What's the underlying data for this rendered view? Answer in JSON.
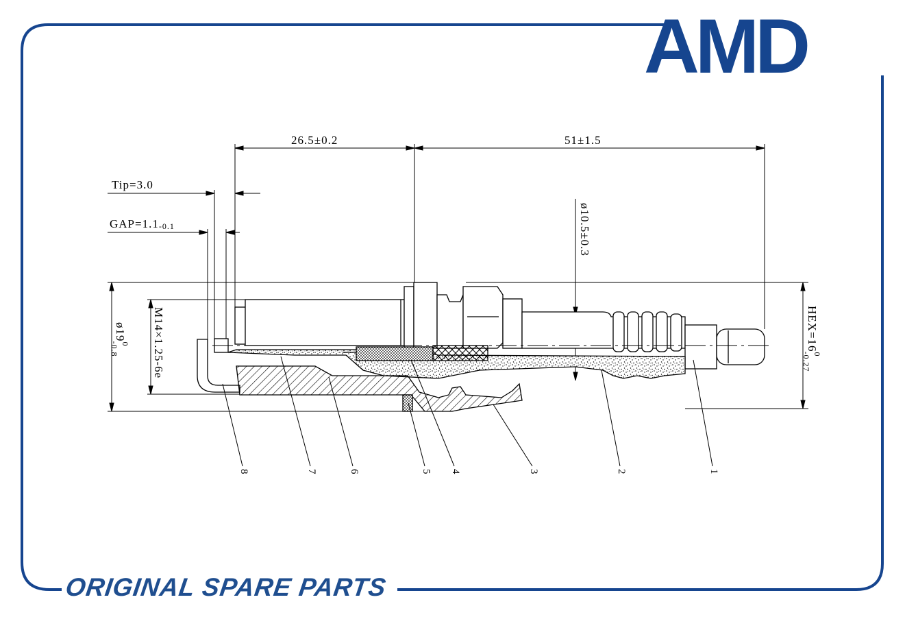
{
  "brand": {
    "logo": "AMD",
    "color": "#16458f"
  },
  "footer": {
    "text": "ORIGINAL SPARE PARTS",
    "color": "#1f4e8f"
  },
  "dimensions": {
    "length_left": "26.5±0.2",
    "length_right": "51±1.5",
    "tip": "Tip=3.0",
    "gap_main": "GAP=1.1",
    "gap_tol": "-0.1",
    "insulator_dia": "ø10.5±0.3",
    "thread": "M14×1.25-6e",
    "seat_dia_main": "ø19",
    "seat_dia_sup": "0",
    "seat_dia_sub": "-0.8",
    "hex_main": "HEX=16",
    "hex_sup": "0",
    "hex_sub": "-0.27"
  },
  "part_labels": [
    "8",
    "7",
    "6",
    "5",
    "4",
    "3",
    "2",
    "1"
  ]
}
